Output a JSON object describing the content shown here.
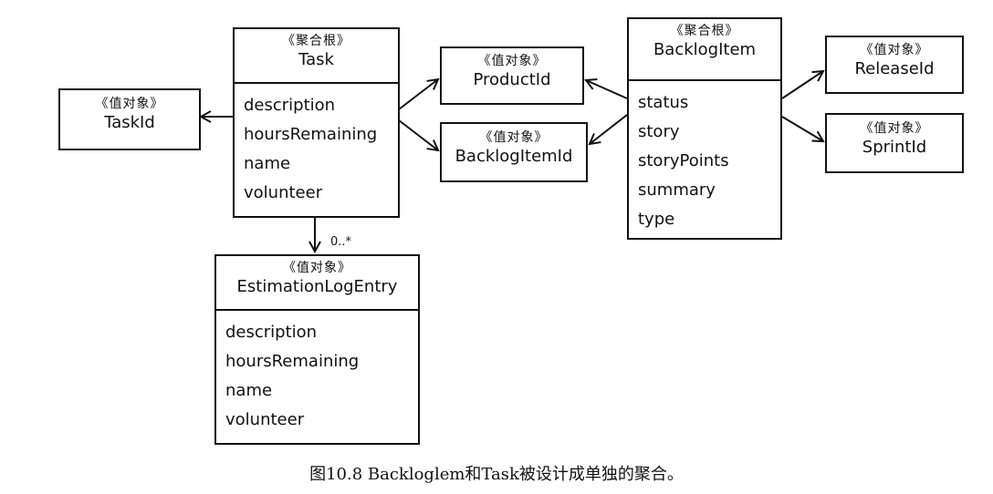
{
  "diagram": {
    "caption": "图10.8 Backloglem和Task被设计成单独的聚合。",
    "classes": {
      "task": {
        "stereotype": "《聚合根》",
        "name": "Task",
        "attributes": [
          "description",
          "hoursRemaining",
          "name",
          "volunteer"
        ]
      },
      "task_id": {
        "stereotype": "《值对象》",
        "name": "TaskId"
      },
      "product_id": {
        "stereotype": "《值对象》",
        "name": "ProductId"
      },
      "backlog_item_id": {
        "stereotype": "《值对象》",
        "name": "BacklogItemId"
      },
      "backlog_item": {
        "stereotype": "《聚合根》",
        "name": "BacklogItem",
        "attributes": [
          "status",
          "story",
          "storyPoints",
          "summary",
          "type"
        ]
      },
      "release_id": {
        "stereotype": "《值对象》",
        "name": "ReleaseId"
      },
      "sprint_id": {
        "stereotype": "《值对象》",
        "name": "SprintId"
      },
      "estimation_log_entry": {
        "stereotype": "《值对象》",
        "name": "EstimationLogEntry",
        "attributes": [
          "description",
          "hoursRemaining",
          "name",
          "volunteer"
        ]
      }
    },
    "multiplicity": "0..*"
  }
}
